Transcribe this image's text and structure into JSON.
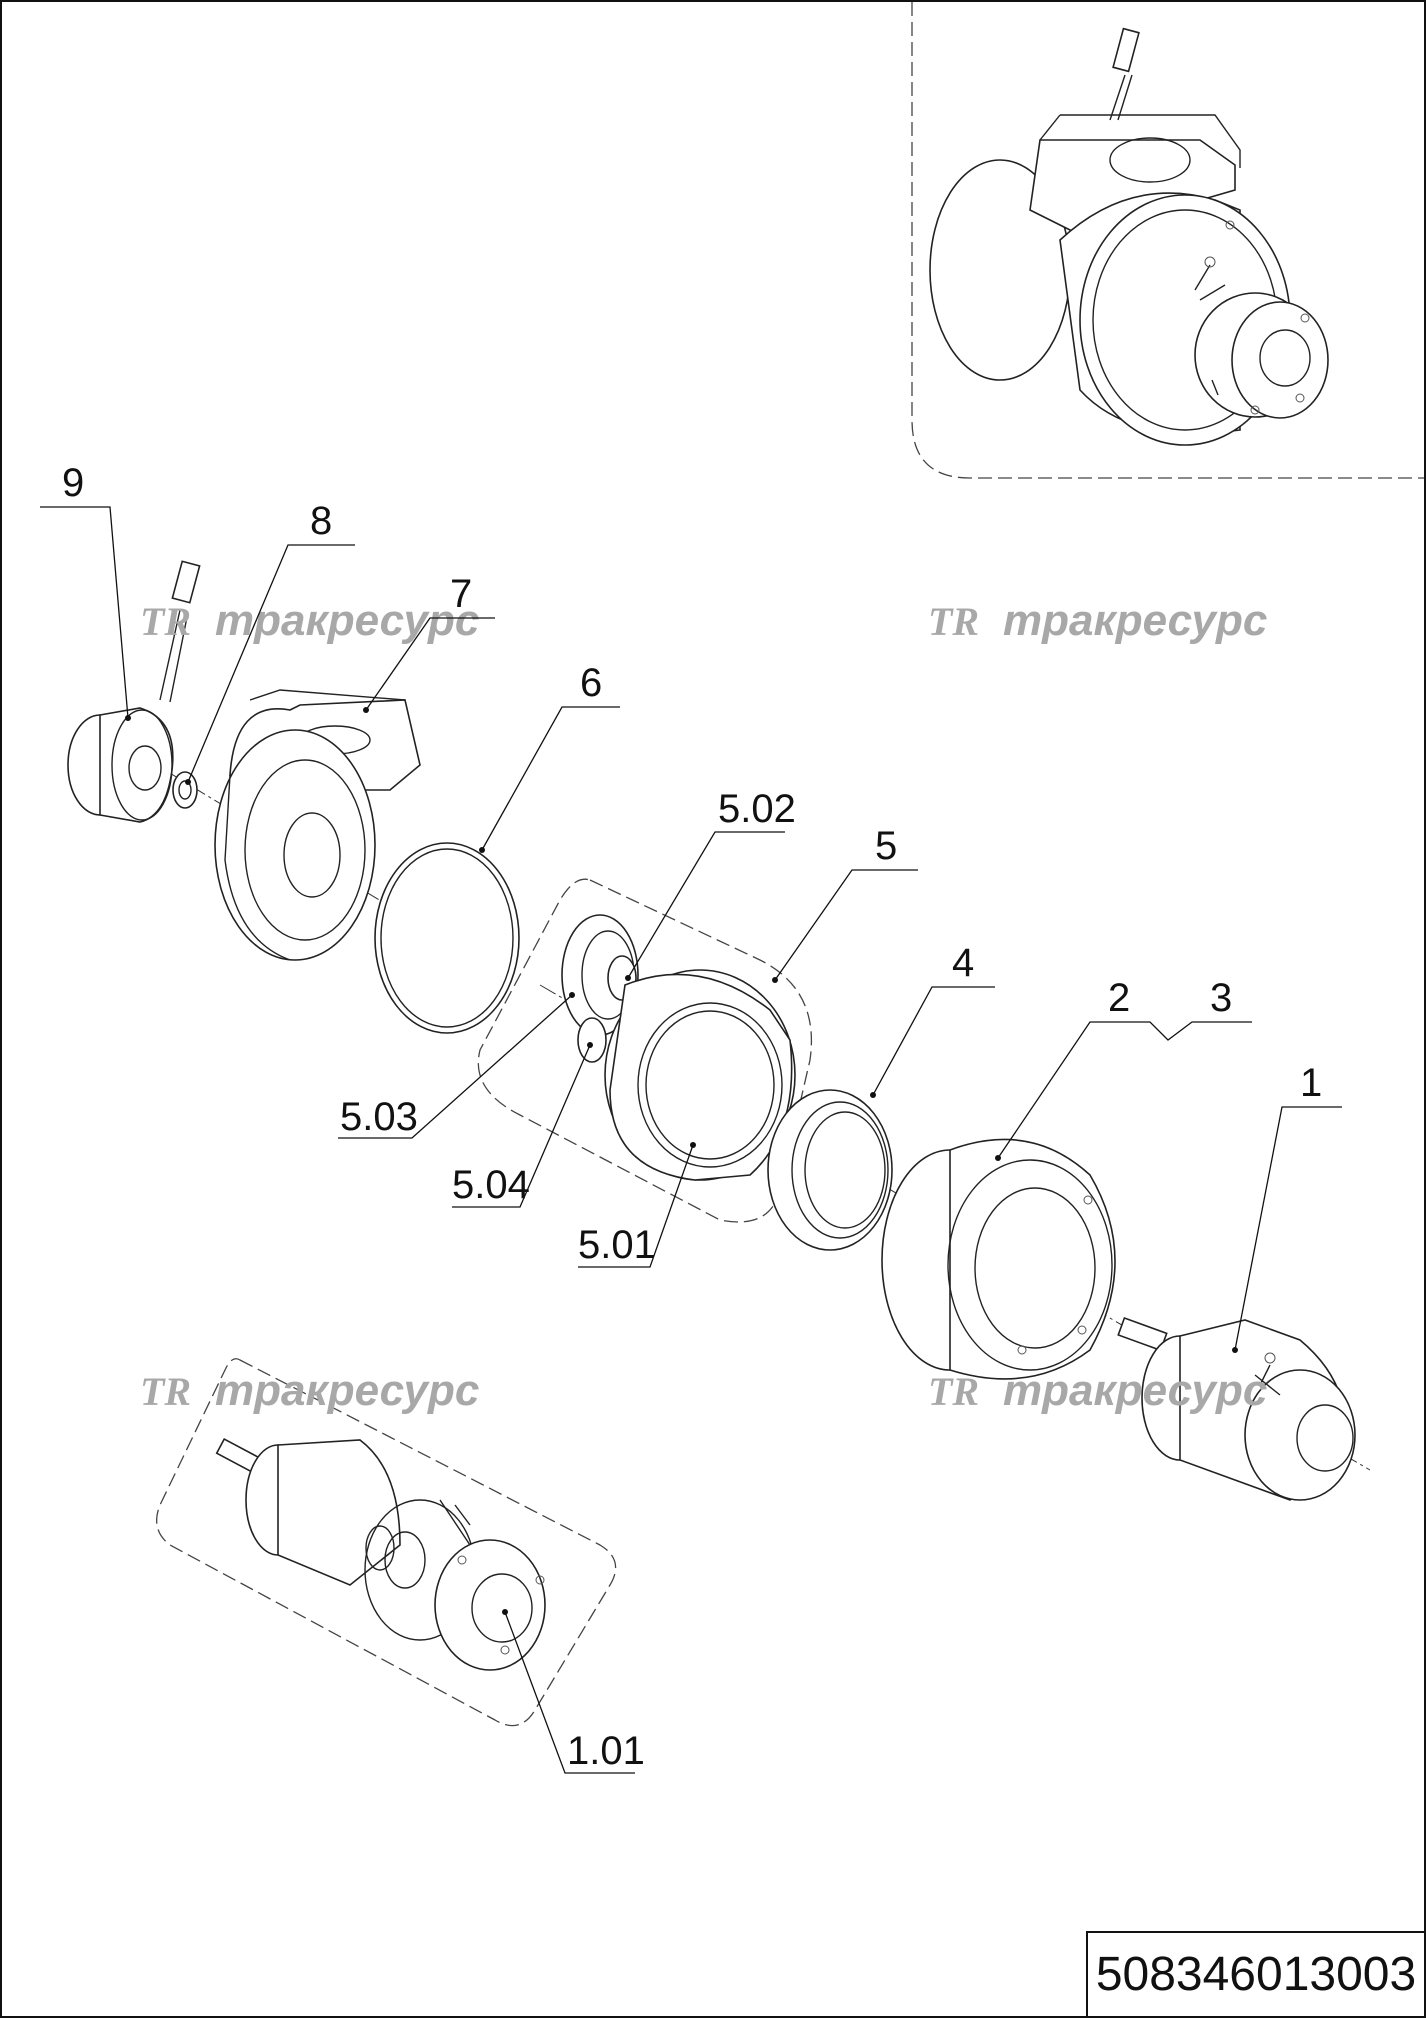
{
  "drawing_code": "508346013003",
  "watermark": {
    "logo": "TR",
    "text": "тракресурс"
  },
  "callouts": {
    "p1": "1",
    "p1_01": "1.01",
    "p2": "2",
    "p3": "3",
    "p4": "4",
    "p5": "5",
    "p5_01": "5.01",
    "p5_02": "5.02",
    "p5_03": "5.03",
    "p5_04": "5.04",
    "p6": "6",
    "p7": "7",
    "p8": "8",
    "p9": "9"
  }
}
